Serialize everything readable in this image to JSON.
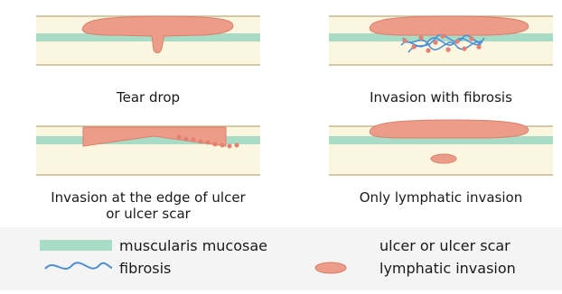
{
  "panels": [
    {
      "id": "tear-drop",
      "caption_lines": [
        "Tear drop"
      ]
    },
    {
      "id": "invasion-with-fibrosis",
      "caption_lines": [
        "Invasion with fibrosis"
      ]
    },
    {
      "id": "invasion-edge",
      "caption_lines": [
        "Invasion at the edge of ulcer",
        "or ulcer scar"
      ]
    },
    {
      "id": "only-lymphatic",
      "caption_lines": [
        "Only lymphatic invasion"
      ]
    }
  ],
  "legend": {
    "muscularis": "muscularis mucosae",
    "fibrosis": "fibrosis",
    "ulcer": "ulcer or ulcer scar",
    "lymphatic": "lymphatic invasion"
  },
  "colors": {
    "background_panel": "#fbf6df",
    "border_line": "#c9b78c",
    "muscularis": "#a9dcc6",
    "lesion": "#ec9c88",
    "lesion_stroke": "#d8806b",
    "fibrosis": "#4a8fd6",
    "dots": "#e58070",
    "page_bg": "#ffffff",
    "legend_bg": "#f4f4f4"
  }
}
